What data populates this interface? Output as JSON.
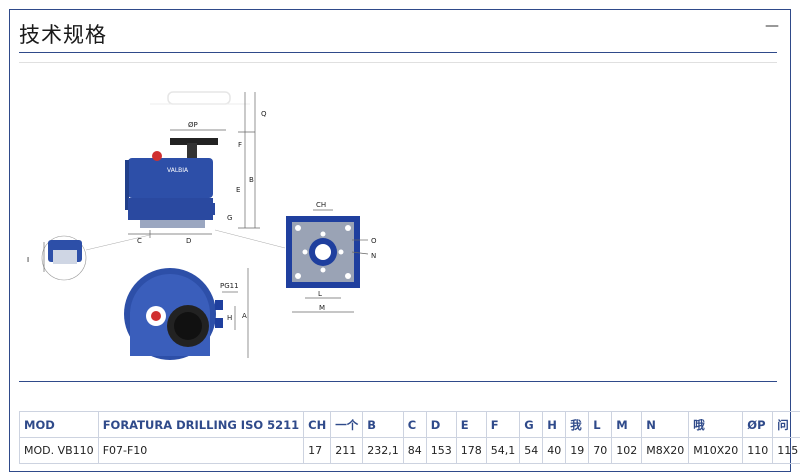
{
  "page": {
    "title": "技术规格",
    "collapse_symbol": "—"
  },
  "drawing_labels": {
    "q": "Q",
    "p": "ØP",
    "f": "F",
    "e": "E",
    "b": "B",
    "g": "G",
    "c": "C",
    "d": "D",
    "i": "I",
    "ch": "CH",
    "o": "O",
    "n": "N",
    "l": "L",
    "m": "M",
    "pg": "PG11",
    "h": "H",
    "a": "A",
    "brand": "VALBIA"
  },
  "spec_table": {
    "headers": [
      "MOD",
      "FORATURA DRILLING ISO 5211",
      "CH",
      "一个",
      "B",
      "C",
      "D",
      "E",
      "F",
      "G",
      "H",
      "我",
      "L",
      "M",
      "N",
      "哦",
      "ØP",
      "问"
    ],
    "rows": [
      [
        "MOD. VB110",
        "F07-F10",
        "17",
        "211",
        "232,1",
        "84",
        "153",
        "178",
        "54,1",
        "54",
        "40",
        "19",
        "70",
        "102",
        "M8X20",
        "M10X20",
        "110",
        "115"
      ]
    ]
  },
  "colors": {
    "accent": "#2f4a8a",
    "actuator_blue": "#2d4fa8",
    "plate": "#1f3f9e"
  }
}
